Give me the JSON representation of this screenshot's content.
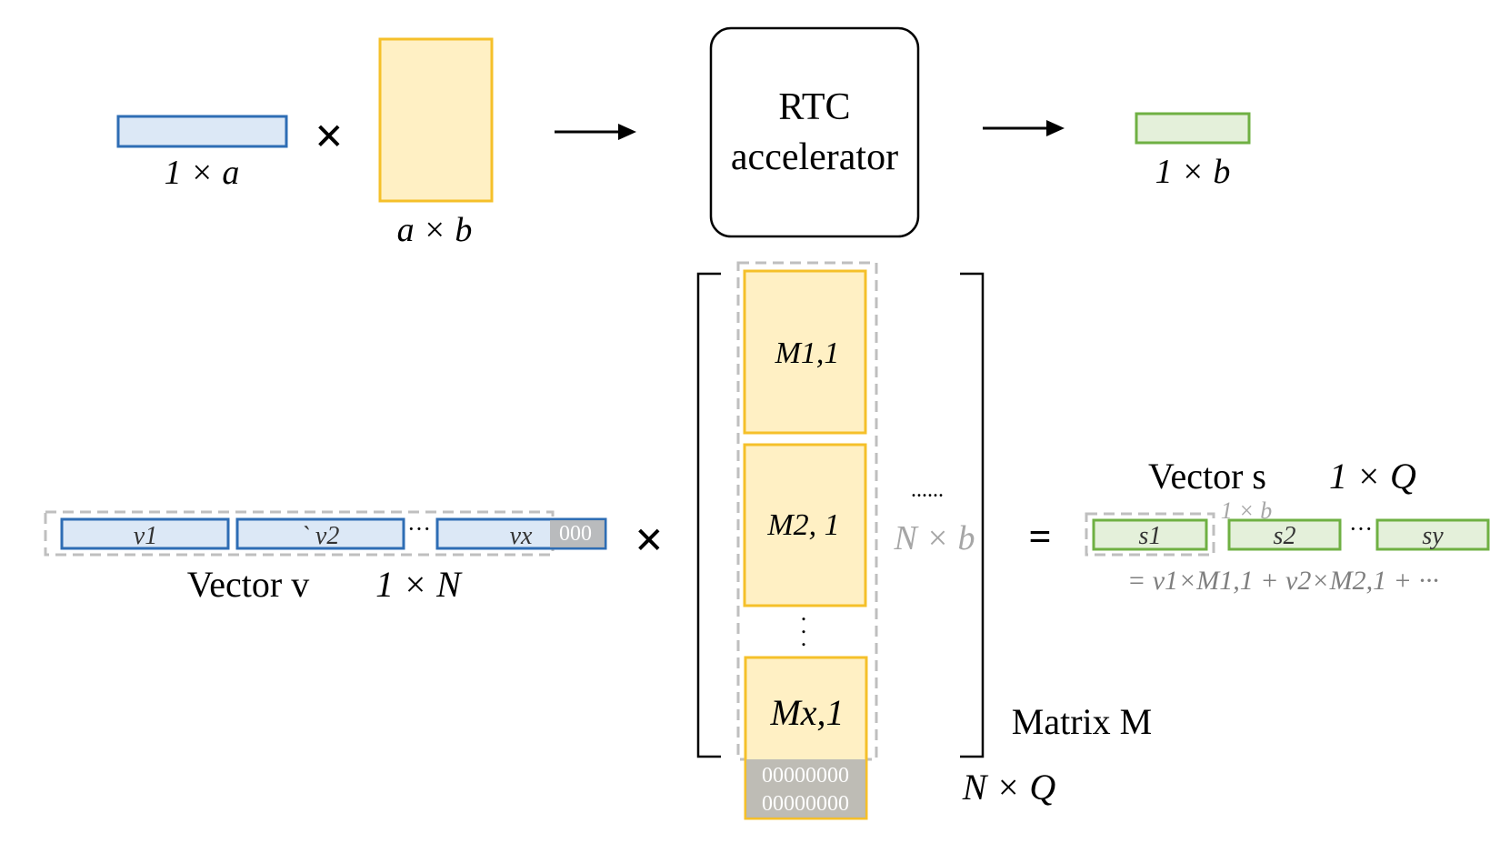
{
  "colors": {
    "blue_stroke": "#2E6DB4",
    "blue_fill": "#DCE8F6",
    "yellow_stroke": "#F5C02A",
    "yellow_fill": "#FFF0C4",
    "green_stroke": "#6FB043",
    "green_fill": "#E4F0DA",
    "gray_dash": "#BFBFBF",
    "gray_text": "#A6A6A6",
    "gray_pad_fill": "#B3B3B3",
    "black": "#000000"
  },
  "top": {
    "vec_label": "1 × a",
    "times": "×",
    "mat_label": "a × b",
    "rtc_line1": "RTC",
    "rtc_line2": "accelerator",
    "out_label": "1 × b"
  },
  "bottom": {
    "v_cells": [
      "v1",
      "` v2",
      "vx"
    ],
    "v_ellipsis": "···",
    "v_pad": "000",
    "vector_v_label": "Vector v",
    "vector_v_dim": "1 × N",
    "times": "×",
    "m_blocks": [
      "M1,1",
      "M2, 1",
      "Mx,1"
    ],
    "m_vdots": ".",
    "m_pad_line1": "00000000",
    "m_pad_line2": "00000000",
    "hdots": "......",
    "col_dim": "N × b",
    "matrix_label": "Matrix M",
    "matrix_dim": "N × Q",
    "equals": "=",
    "vector_s_label": "Vector s",
    "vector_s_dim": "1 × Q",
    "s_cell_dim": "1 × b",
    "s_cells": [
      "s1",
      "s2",
      "sy"
    ],
    "s_ellipsis": "···",
    "formula": "= v1×M1,1 + v2×M2,1 + ···"
  }
}
